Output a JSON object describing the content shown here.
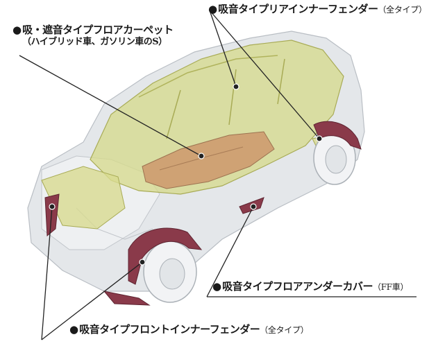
{
  "labels": {
    "rear_inner_fender": {
      "bullet": "●",
      "main": "吸音タイプリアインナーフェンダー",
      "note": "（全タイプ）"
    },
    "floor_carpet": {
      "bullet": "●",
      "main": "吸・遮音タイプフロアカーペット",
      "sub": "（ハイブリッド車、ガソリン車のS）"
    },
    "floor_under_cover": {
      "bullet": "●",
      "main": "吸音タイプフロアアンダーカバー",
      "note": "（FF車）"
    },
    "front_inner_fender": {
      "bullet": "●",
      "main": "吸音タイプフロントインナーフェンダー",
      "note": "（全タイプ）"
    }
  },
  "colors": {
    "cabin": "#d6d98a",
    "carpet": "#cfa274",
    "fender": "#8a3a4a",
    "body": "#dfe2e6",
    "leader": "#222222"
  }
}
